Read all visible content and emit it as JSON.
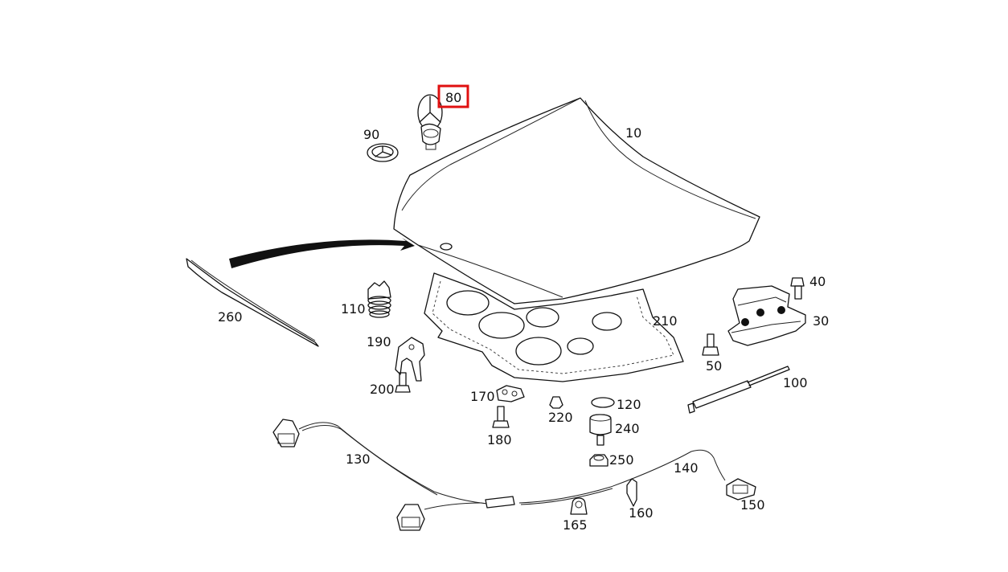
{
  "colors": {
    "highlight": "#e01010",
    "line": "#111111",
    "background": "#ffffff"
  },
  "labels": {
    "p10": "10",
    "p30": "30",
    "p40": "40",
    "p50": "50",
    "p80": "80",
    "p90": "90",
    "p100": "100",
    "p110": "110",
    "p120": "120",
    "p130": "130",
    "p140": "140",
    "p150": "150",
    "p160": "160",
    "p165": "165",
    "p170": "170",
    "p180": "180",
    "p190": "190",
    "p200": "200",
    "p210": "210",
    "p220": "220",
    "p240": "240",
    "p250": "250",
    "p260": "260"
  },
  "highlighted_part": "80"
}
